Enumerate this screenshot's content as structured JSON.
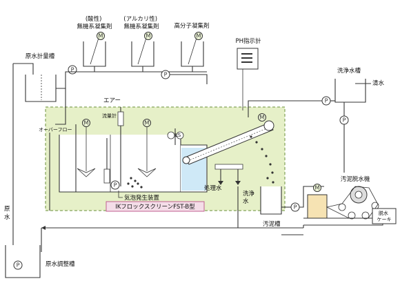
{
  "labels": {
    "acid_coagulant": "(酸性)\n無機系凝集剤",
    "alkali_coagulant": "(アルカリ性)\n無機系凝集剤",
    "polymer_coagulant": "高分子凝集剤",
    "ph_meter": "PH指示計",
    "raw_metering_tank": "原水計量槽",
    "wash_water_tank": "洗浄水槽",
    "clear_water": "清水",
    "air": "エアー",
    "flowmeter": "流量計",
    "overflow": "オーバーフロー",
    "treated_water": "処理水",
    "wash_water": "洗浄\n水",
    "sludge_tank": "汚泥槽",
    "sludge_dewaterer": "汚泥脱水機",
    "dewatered_cake": "脱水\nケーキ",
    "raw_water": "原\n水",
    "bubble_generator": "気泡発生装置",
    "product_name": "IKフロックスクリーンFST-B型",
    "raw_adjust_tank": "原水調整槽"
  },
  "symbols": {
    "pump": "P",
    "motor": "M"
  },
  "colors": {
    "water": "#cfe9f7",
    "green_frame": "#e6f0c8",
    "product_label_border": "#c06090"
  }
}
